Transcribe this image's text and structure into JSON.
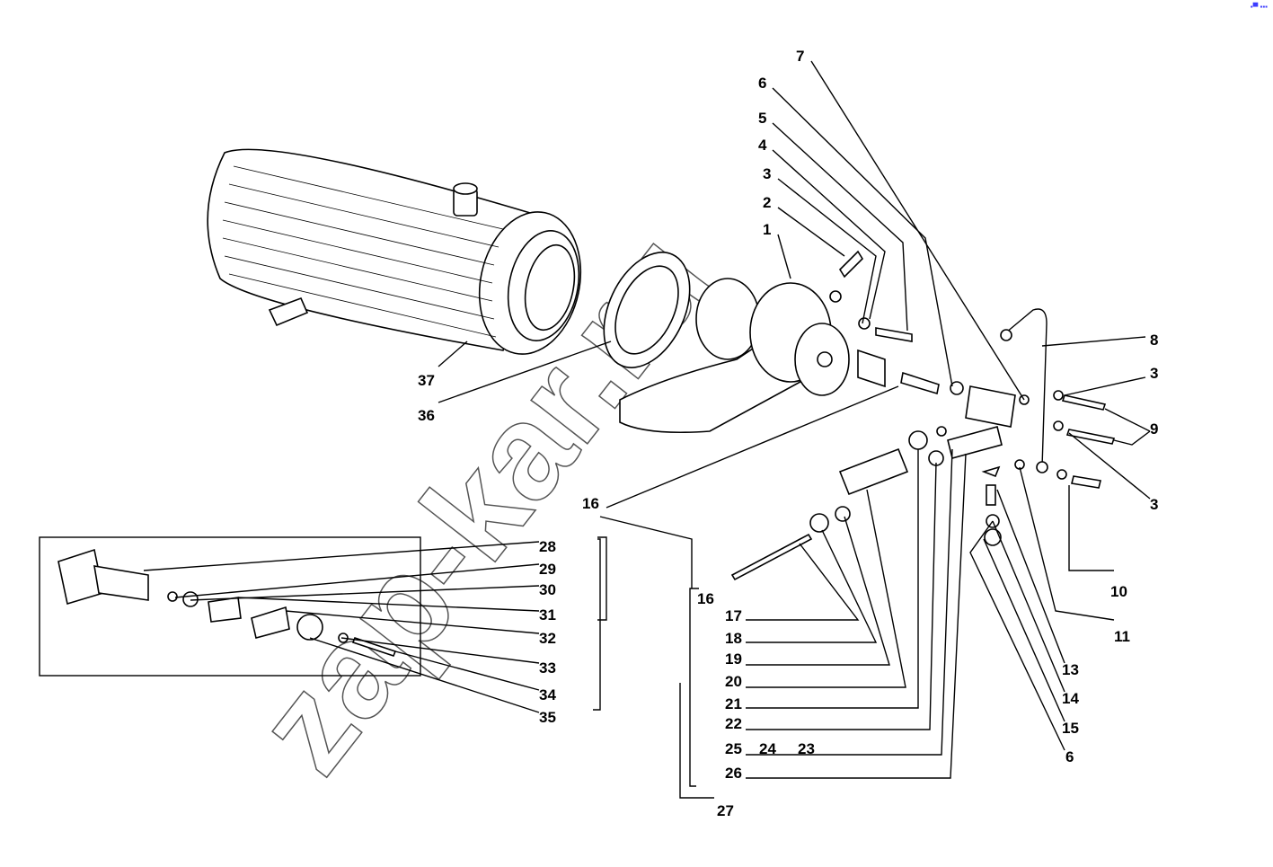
{
  "watermark": "zap-kar.ru",
  "corner_mark": "▪▀ ▪▪▪",
  "labels": {
    "l7": "7",
    "l6a": "6",
    "l5": "5",
    "l4": "4",
    "l3a": "3",
    "l2": "2",
    "l1": "1",
    "l8": "8",
    "l3b": "3",
    "l9": "9",
    "l3c": "3",
    "l16a": "16",
    "l16b": "16",
    "l28": "28",
    "l29": "29",
    "l30": "30",
    "l31": "31",
    "l32": "32",
    "l33": "33",
    "l34": "34",
    "l35": "35",
    "l17": "17",
    "l18": "18",
    "l19": "19",
    "l20": "20",
    "l21": "21",
    "l22": "22",
    "l25": "25",
    "l24": "24",
    "l23": "23",
    "l26": "26",
    "l27": "27",
    "l10": "10",
    "l11": "11",
    "l13": "13",
    "l14": "14",
    "l15": "15",
    "l6b": "6",
    "l37": "37",
    "l36": "36"
  }
}
